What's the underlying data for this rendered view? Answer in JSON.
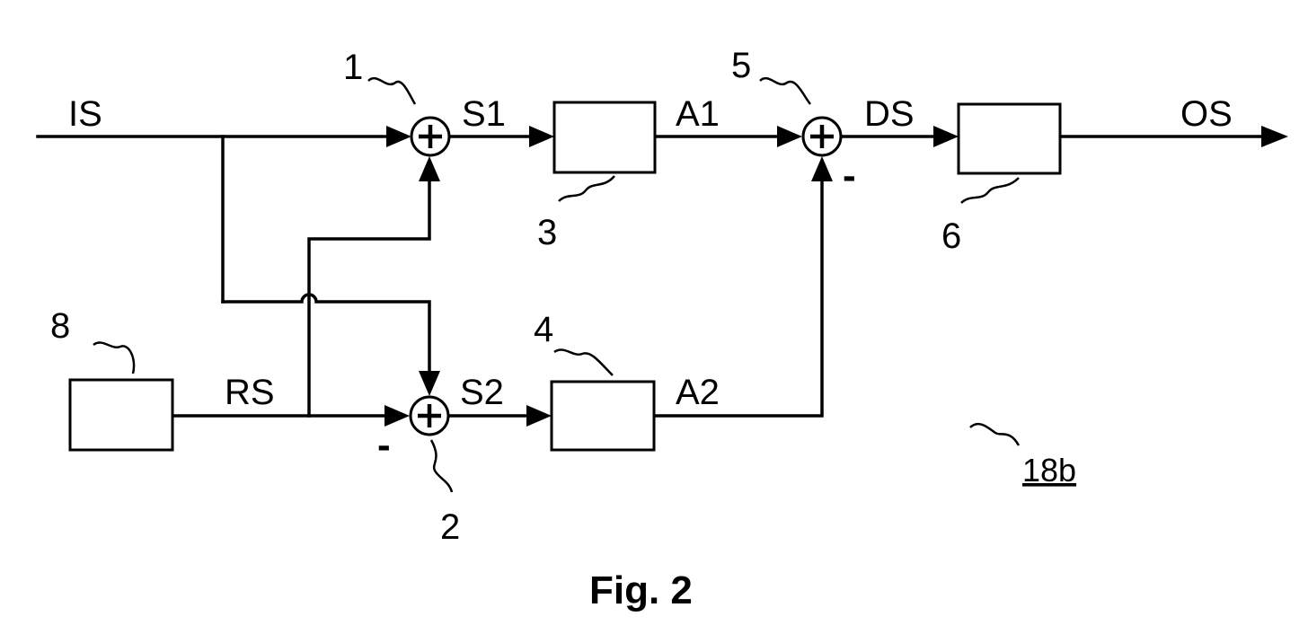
{
  "signals": {
    "input": "IS",
    "sum1_out": "S1",
    "block3_out": "A1",
    "sum5_out": "DS",
    "output": "OS",
    "reference": "RS",
    "sum2_out": "S2",
    "block4_out": "A2"
  },
  "components": {
    "sum1": "1",
    "sum2": "2",
    "block3": "3",
    "block4": "4",
    "sum5": "5",
    "block6": "6",
    "block8": "8"
  },
  "sign_markers": {
    "sum5_minus": "-",
    "sum2_minus": "-"
  },
  "figure_ref": "18b",
  "caption": "Fig. 2"
}
